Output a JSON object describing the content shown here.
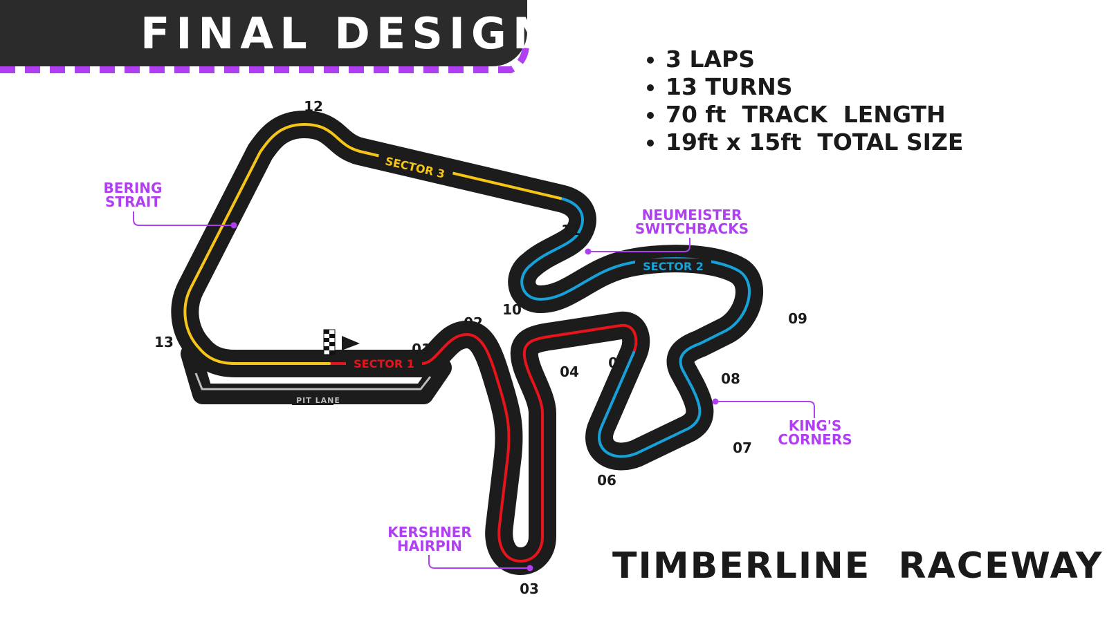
{
  "header": {
    "title": "FINAL DESIGN"
  },
  "facts": [
    "3 LAPS",
    "13 TURNS",
    "70 ft  TRACK  LENGTH",
    "19ft x 15ft  TOTAL SIZE"
  ],
  "track_name": "TIMBERLINE  RACEWAY",
  "sectors": {
    "s1": "SECTOR 1",
    "s2": "SECTOR 2",
    "s3": "SECTOR 3"
  },
  "pit_lane": "PIT LANE",
  "turns": [
    "01",
    "02",
    "03",
    "04",
    "05",
    "06",
    "07",
    "08",
    "09",
    "10",
    "11",
    "12",
    "13"
  ],
  "callouts": {
    "bering": [
      "BERING",
      "STRAIT"
    ],
    "neumeister": [
      "NEUMEISTER",
      "SWITCHBACKS"
    ],
    "kings": [
      "KING'S",
      "CORNERS"
    ],
    "kershner": [
      "KERSHNER",
      "HAIRPIN"
    ]
  },
  "colors": {
    "header_bg": "#2b2b2b",
    "accent_purple": "#b13ff2",
    "track_black": "#1c1c1c",
    "sector1_red": "#e8141b",
    "sector2_blue": "#16a2d9",
    "sector3_yellow": "#f5c518",
    "pit_gray": "#bdbdbd"
  }
}
